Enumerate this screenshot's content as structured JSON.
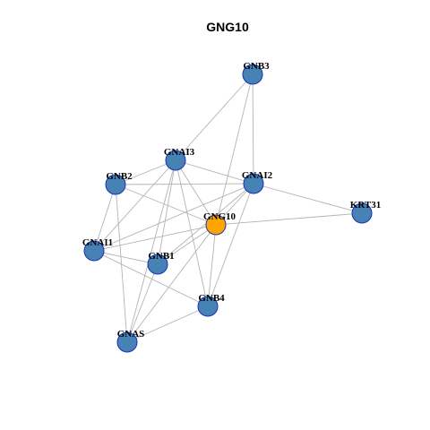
{
  "graph": {
    "title": "GNG10",
    "style": {
      "default_node_color": "#4682b4",
      "highlight_node_color": "#ffa500",
      "node_border_color": "#1a2fb8",
      "edge_color": "#b3b3b3"
    },
    "nodes": [
      {
        "id": "GNB3",
        "label": "GNB3"
      },
      {
        "id": "GNAI3",
        "label": "GNAI3"
      },
      {
        "id": "GNB2",
        "label": "GNB2"
      },
      {
        "id": "GNAI2",
        "label": "GNAI2"
      },
      {
        "id": "KRT31",
        "label": "KRT31"
      },
      {
        "id": "GNG10",
        "label": "GNG10",
        "highlight": true
      },
      {
        "id": "GNAI1",
        "label": "GNAI1"
      },
      {
        "id": "GNB1",
        "label": "GNB1"
      },
      {
        "id": "GNB4",
        "label": "GNB4"
      },
      {
        "id": "GNAS",
        "label": "GNAS"
      }
    ],
    "edges": [
      [
        "GNB3",
        "GNAI3"
      ],
      [
        "GNB3",
        "GNAI2"
      ],
      [
        "GNB3",
        "GNG10"
      ],
      [
        "GNAI3",
        "GNB2"
      ],
      [
        "GNAI3",
        "GNAI2"
      ],
      [
        "GNAI3",
        "GNG10"
      ],
      [
        "GNAI3",
        "GNAI1"
      ],
      [
        "GNAI3",
        "GNB1"
      ],
      [
        "GNAI3",
        "GNB4"
      ],
      [
        "GNAI3",
        "GNAS"
      ],
      [
        "GNB2",
        "GNAI2"
      ],
      [
        "GNB2",
        "GNG10"
      ],
      [
        "GNB2",
        "GNAI1"
      ],
      [
        "GNB2",
        "GNAS"
      ],
      [
        "GNAI2",
        "KRT31"
      ],
      [
        "GNAI2",
        "GNG10"
      ],
      [
        "GNAI2",
        "GNAI1"
      ],
      [
        "GNAI2",
        "GNB1"
      ],
      [
        "GNAI2",
        "GNB4"
      ],
      [
        "KRT31",
        "GNG10"
      ],
      [
        "GNG10",
        "GNAI1"
      ],
      [
        "GNG10",
        "GNB1"
      ],
      [
        "GNG10",
        "GNB4"
      ],
      [
        "GNG10",
        "GNAS"
      ],
      [
        "GNAI1",
        "GNB1"
      ],
      [
        "GNAI1",
        "GNB4"
      ],
      [
        "GNB1",
        "GNAS"
      ],
      [
        "GNB4",
        "GNAS"
      ]
    ]
  }
}
